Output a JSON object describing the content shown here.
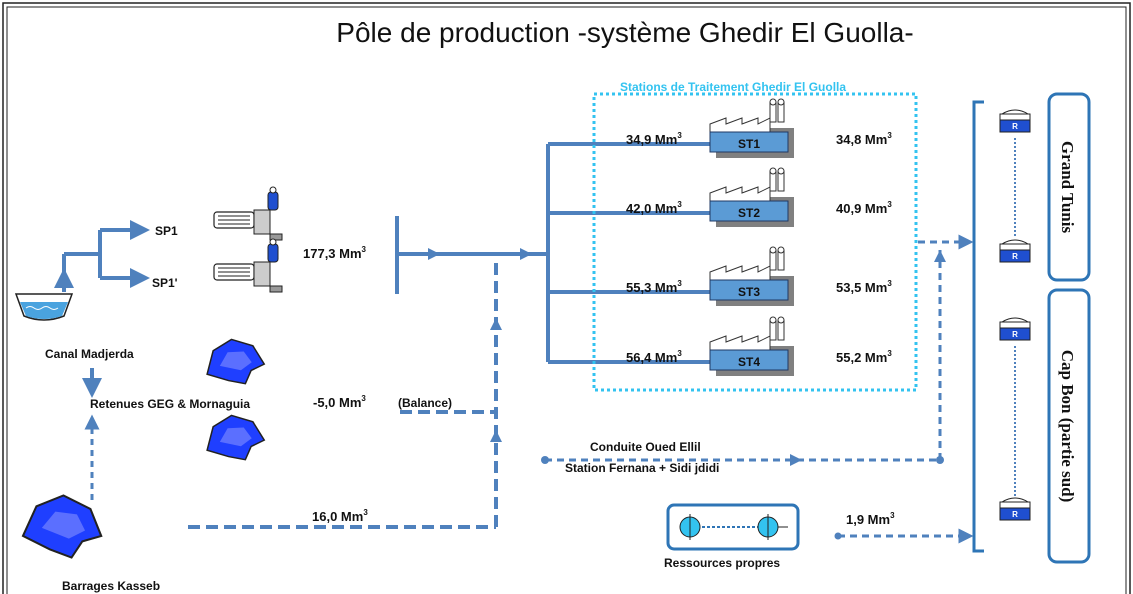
{
  "title": "Pôle de production -système Ghedir El Guolla-",
  "treatment_box_title": "Stations de Traitement Ghedir El Guolla",
  "sources": {
    "canal": "Canal Madjerda",
    "retenues": "Retenues GEG & Mornaguia",
    "barrages": "Barrages Kasseb",
    "pump1": "SP1",
    "pump2": "SP1'"
  },
  "flows": {
    "main_value": "177,3 Mm",
    "balance_value": "-5,0 Mm",
    "balance_label": "(Balance)",
    "kasseb_value": "16,0 Mm",
    "own_value": "1,9 Mm",
    "unit_exp": "3"
  },
  "stations": [
    {
      "name": "ST1",
      "in": "34,9 Mm",
      "out": "34,8 Mm"
    },
    {
      "name": "ST2",
      "in": "42,0 Mm",
      "out": "40,9 Mm"
    },
    {
      "name": "ST3",
      "in": "55,3 Mm",
      "out": "53,5 Mm"
    },
    {
      "name": "ST4",
      "in": "56,4 Mm",
      "out": "55,2 Mm"
    }
  ],
  "conduite": {
    "line1": "Conduite Oued Ellil",
    "line2": "Station Fernana + Sidi jdidi"
  },
  "ressources_label": "Ressources propres",
  "tank_letter": "R",
  "destinations": {
    "grand_tunis": "Grand Tunis",
    "cap_bon": "Cap Bon (partie sud)"
  },
  "colors": {
    "pipe": "#4f81bd",
    "box": "#33c3f0",
    "station_fill": "#5b9bd5",
    "water": "#1f3fff",
    "tank": "#1f4fd0",
    "frame": "#2e75b6"
  }
}
